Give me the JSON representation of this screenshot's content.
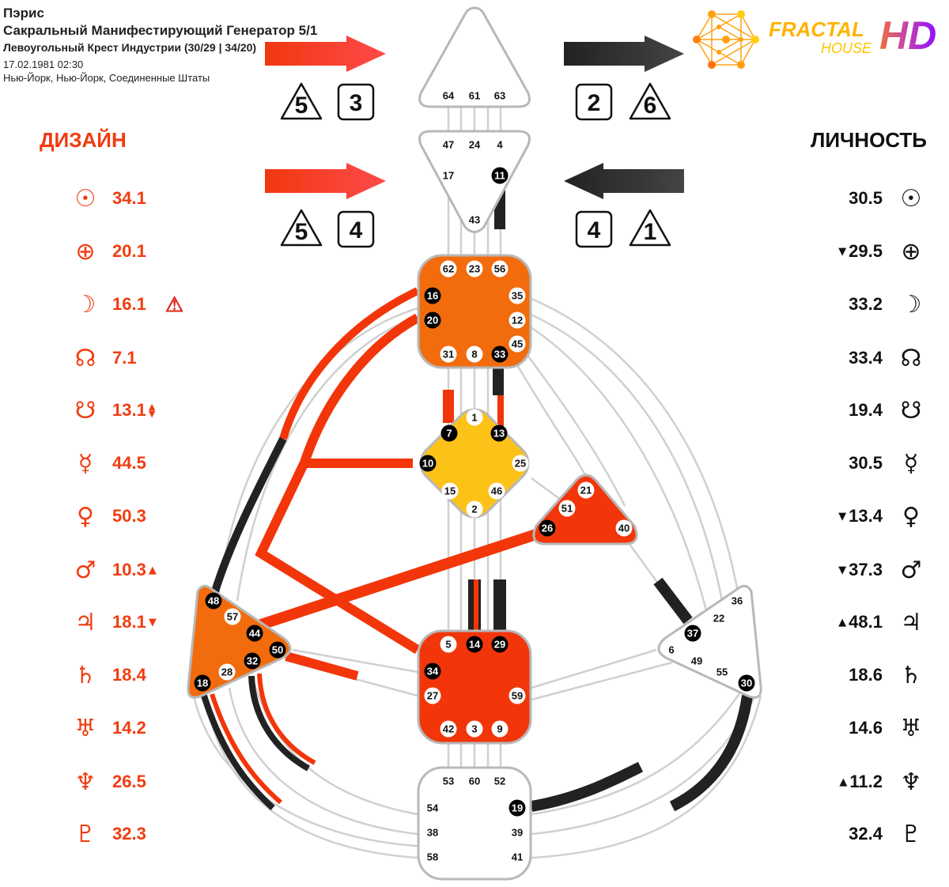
{
  "header": {
    "name": "Пэрис",
    "type": "Сакральный Манифестирующий Генератор 5/1",
    "cross": "Левоугольный Крест Индустрии (30/29 | 34/20)",
    "datetime": "17.02.1981 02:30",
    "place": "Нью-Йорк, Нью-Йорк, Соединенные Штаты"
  },
  "logo": {
    "word1": "FRACTAL",
    "word2": "HOUSE",
    "word3": "HD"
  },
  "design": {
    "title": "ДИЗАЙН",
    "color": "#f03c10",
    "arrows": [
      {
        "tri": "5",
        "box": "3"
      },
      {
        "tri": "5",
        "box": "4"
      }
    ],
    "planets": [
      {
        "planet": "sun",
        "glyph": "☉",
        "value": "34.1",
        "mark": ""
      },
      {
        "planet": "earth",
        "glyph": "⊕",
        "value": "20.1",
        "mark": ""
      },
      {
        "planet": "moon",
        "glyph": "☽",
        "value": "16.1",
        "mark": "",
        "warning": "⚠"
      },
      {
        "planet": "north-node",
        "glyph": "☊",
        "value": "7.1",
        "mark": ""
      },
      {
        "planet": "south-node",
        "glyph": "☋",
        "value": "13.1",
        "mark": "▲▼"
      },
      {
        "planet": "mercury",
        "glyph": "☿",
        "value": "44.5",
        "mark": ""
      },
      {
        "planet": "venus",
        "glyph": "♀",
        "value": "50.3",
        "mark": ""
      },
      {
        "planet": "mars",
        "glyph": "♂",
        "value": "10.3",
        "mark": "▲"
      },
      {
        "planet": "jupiter",
        "glyph": "♃",
        "value": "18.1",
        "mark": "▼"
      },
      {
        "planet": "saturn",
        "glyph": "♄",
        "value": "18.4",
        "mark": ""
      },
      {
        "planet": "uranus",
        "glyph": "♅",
        "value": "14.2",
        "mark": ""
      },
      {
        "planet": "neptune",
        "glyph": "♆",
        "value": "26.5",
        "mark": ""
      },
      {
        "planet": "pluto",
        "glyph": "♇",
        "value": "32.3",
        "mark": ""
      }
    ]
  },
  "personality": {
    "title": "ЛИЧНОСТЬ",
    "color": "#111111",
    "arrows": [
      {
        "box": "2",
        "tri": "6"
      },
      {
        "box": "4",
        "tri": "1"
      }
    ],
    "planets": [
      {
        "planet": "sun",
        "glyph": "☉",
        "value": "30.5",
        "mark": ""
      },
      {
        "planet": "earth",
        "glyph": "⊕",
        "value": "29.5",
        "mark": "▼"
      },
      {
        "planet": "moon",
        "glyph": "☽",
        "value": "33.2",
        "mark": ""
      },
      {
        "planet": "north-node",
        "glyph": "☊",
        "value": "33.4",
        "mark": ""
      },
      {
        "planet": "south-node",
        "glyph": "☋",
        "value": "19.4",
        "mark": ""
      },
      {
        "planet": "mercury",
        "glyph": "☿",
        "value": "30.5",
        "mark": ""
      },
      {
        "planet": "venus",
        "glyph": "♀",
        "value": "13.4",
        "mark": "▼"
      },
      {
        "planet": "mars",
        "glyph": "♂",
        "value": "37.3",
        "mark": "▼"
      },
      {
        "planet": "jupiter",
        "glyph": "♃",
        "value": "48.1",
        "mark": "▲"
      },
      {
        "planet": "saturn",
        "glyph": "♄",
        "value": "18.6",
        "mark": ""
      },
      {
        "planet": "uranus",
        "glyph": "♅",
        "value": "14.6",
        "mark": ""
      },
      {
        "planet": "neptune",
        "glyph": "♆",
        "value": "11.2",
        "mark": "▲"
      },
      {
        "planet": "pluto",
        "glyph": "♇",
        "value": "32.4",
        "mark": ""
      }
    ]
  },
  "centers": {
    "head": {
      "fill": "#ffffff",
      "defined": false,
      "gates": [
        "64",
        "61",
        "63"
      ]
    },
    "ajna": {
      "fill": "#ffffff",
      "defined": false,
      "gates": [
        "47",
        "24",
        "4",
        "17",
        "11",
        "43"
      ]
    },
    "throat": {
      "fill": "#f26c0d",
      "defined": true,
      "gates": [
        "62",
        "23",
        "56",
        "16",
        "20",
        "35",
        "12",
        "45",
        "31",
        "8",
        "33"
      ]
    },
    "g": {
      "fill": "#fdc218",
      "defined": true,
      "gates": [
        "1",
        "7",
        "13",
        "10",
        "25",
        "15",
        "46",
        "2"
      ]
    },
    "ego": {
      "fill": "#f2360a",
      "defined": true,
      "gates": [
        "21",
        "51",
        "26",
        "40"
      ]
    },
    "sacral": {
      "fill": "#f2360a",
      "defined": true,
      "gates": [
        "5",
        "14",
        "29",
        "34",
        "27",
        "59",
        "42",
        "3",
        "9"
      ]
    },
    "spleen": {
      "fill": "#f26c0d",
      "defined": true,
      "gates": [
        "48",
        "57",
        "44",
        "50",
        "32",
        "28",
        "18"
      ]
    },
    "solar-plexus": {
      "fill": "#ffffff",
      "defined": false,
      "gates": [
        "36",
        "22",
        "37",
        "6",
        "49",
        "55",
        "30"
      ]
    },
    "root": {
      "fill": "#ffffff",
      "defined": false,
      "gates": [
        "53",
        "60",
        "52",
        "54",
        "19",
        "38",
        "39",
        "58",
        "41"
      ]
    }
  },
  "active_gates": [
    "11",
    "16",
    "20",
    "33",
    "7",
    "13",
    "10",
    "26",
    "14",
    "29",
    "34",
    "48",
    "44",
    "50",
    "32",
    "18",
    "37",
    "30",
    "19"
  ]
}
